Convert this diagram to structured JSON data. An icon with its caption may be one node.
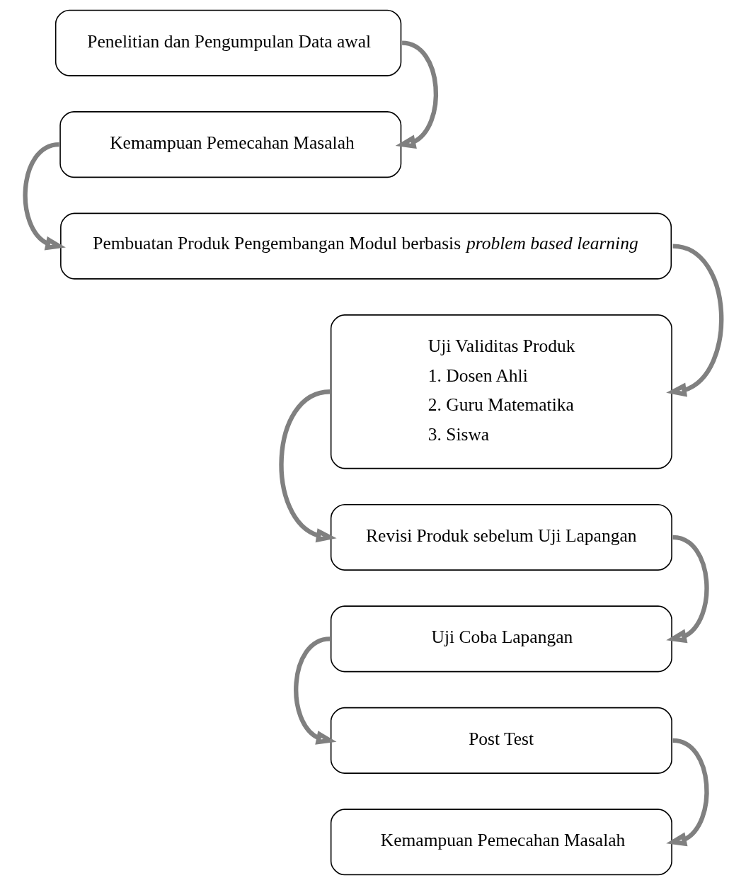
{
  "diagram": {
    "nodes": [
      {
        "text": [
          "Penelitian dan Pengumpulan Data awal"
        ]
      },
      {
        "text": [
          "Kemampuan Pemecahan Masalah"
        ]
      },
      {
        "text": [
          "Pembuatan Produk Pengembangan Modul berbasis *problem based learning*"
        ]
      },
      {
        "text": [
          "Uji Validitas Produk",
          "1. Dosen Ahli",
          "2. Guru Matematika",
          "3. Siswa"
        ]
      },
      {
        "text": [
          "Revisi Produk sebelum Uji Lapangan"
        ]
      },
      {
        "text": [
          "Uji Coba Lapangan"
        ]
      },
      {
        "text": [
          "Post Test"
        ]
      },
      {
        "text": [
          "Kemampuan Pemecahan Masalah"
        ]
      }
    ],
    "edges": [
      {
        "from": 0,
        "to": 1,
        "arrow": "to"
      },
      {
        "from": 1,
        "to": 2,
        "arrow": "to"
      },
      {
        "from": 2,
        "to": 3,
        "arrow": "to"
      },
      {
        "from": 3,
        "to": 4,
        "arrow": "to"
      },
      {
        "from": 4,
        "to": 5,
        "arrow": "to"
      },
      {
        "from": 5,
        "to": 6,
        "arrow": "to"
      },
      {
        "from": 6,
        "to": 7,
        "arrow": "to"
      }
    ]
  }
}
